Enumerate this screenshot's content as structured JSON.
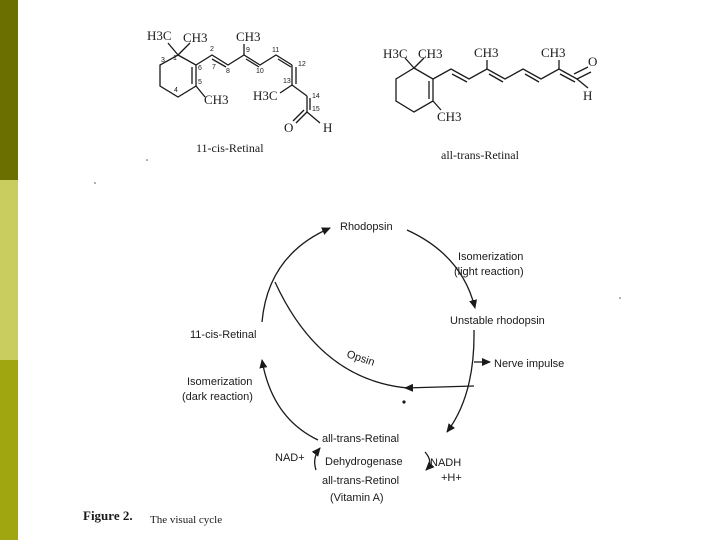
{
  "colors": {
    "sidebar_top": "#6b6f00",
    "sidebar_middle": "#c9cd60",
    "sidebar_bottom": "#9fa60f",
    "ink": "#1a1a1a"
  },
  "structures": {
    "cis": {
      "h3c": "H3C",
      "ch3_a": "CH3",
      "ch3_b": "CH3",
      "ch3_c": "CH3",
      "h3c_b": "H3C",
      "o": "O",
      "h": "H",
      "nums": [
        "1",
        "2",
        "3",
        "4",
        "5",
        "6",
        "7",
        "8",
        "9",
        "10",
        "11",
        "12",
        "13",
        "14",
        "15"
      ],
      "caption": "11-cis-Retinal"
    },
    "trans": {
      "h3c": "H3C",
      "ch3_a": "CH3",
      "ch3_b": "CH3",
      "ch3_c": "CH3",
      "ch3_d": "CH3",
      "o": "O",
      "h": "H",
      "caption": "all-trans-Retinal"
    }
  },
  "cycle": {
    "rhodopsin": "Rhodopsin",
    "isomerization_light": "Isomerization",
    "light_reaction": "(light reaction)",
    "unstable": "Unstable rhodopsin",
    "nerve": "Nerve impulse",
    "opsin": "Opsin",
    "cis_retinal": "11-cis-Retinal",
    "isomerization_dark": "Isomerization",
    "dark_reaction": "(dark reaction)",
    "trans_retinal": "all-trans-Retinal",
    "dehydrogenase": "Dehydrogenase",
    "trans_retinol": "all-trans-Retinol",
    "vitamin": "(Vitamin A)",
    "nad": "NAD+",
    "nadh": "NADH",
    "hplus": "+H+"
  },
  "figure": {
    "label": "Figure 2.",
    "title": "The visual cycle"
  }
}
